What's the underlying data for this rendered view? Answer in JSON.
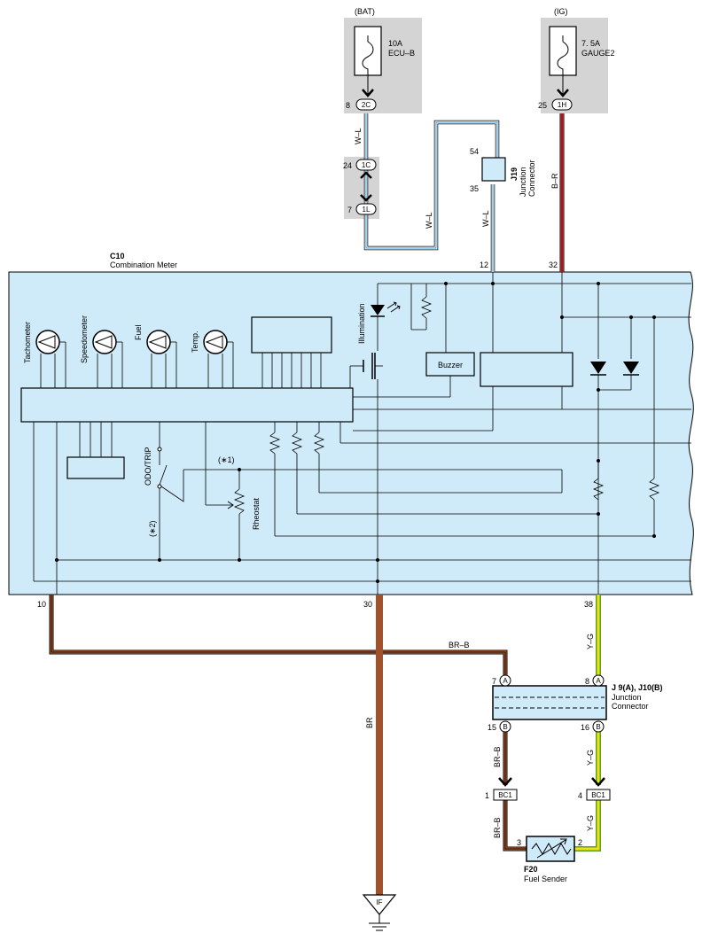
{
  "power": {
    "bat": {
      "source": "(BAT)",
      "fuse": "10A",
      "circuit": "ECU–B",
      "pin": "8",
      "conn": "2C"
    },
    "ig": {
      "source": "(IG)",
      "fuse": "7. 5A",
      "circuit": "GAUGE2",
      "pin": "25",
      "conn": "1H"
    }
  },
  "connectors": {
    "c1c": {
      "pin": "24",
      "conn": "1C"
    },
    "c1l": {
      "pin": "7",
      "conn": "1L"
    },
    "j19": {
      "code": "J19",
      "name1": "Junction",
      "name2": "Connector",
      "pin_top": "54",
      "pin_bottom": "35"
    }
  },
  "wires": {
    "wl_a": "W–L",
    "wl_b": "W–L",
    "wl_c": "W–L",
    "br_r": "B–R",
    "br_b_top": "BR–B",
    "br": "BR",
    "y_g_top": "Y–G",
    "br_b_mid": "BR–B",
    "y_g_mid": "Y–G",
    "br_b_low": "BR–B",
    "y_g_low": "Y–G"
  },
  "meter": {
    "code": "C10",
    "name": "Combination Meter",
    "pin_wl": "12",
    "pin_br": "32",
    "pin_left": "10",
    "pin_ground": "30",
    "pin_right": "38",
    "gauges": [
      "Tachometer",
      "Speedometer",
      "Fuel",
      "Temp."
    ],
    "illumination": "Illumination",
    "buzzer": "Buzzer",
    "odo": "ODO/TRIP",
    "note1": "(∗1)",
    "note2": "(∗2)",
    "rheostat": "Rheostat"
  },
  "junction": {
    "code": "J 9(A), J10(B)",
    "name1": "Junction",
    "name2": "Connector",
    "pin_7": "7",
    "pin_8": "8",
    "pin_15": "15",
    "pin_16": "16",
    "mark_a": "A",
    "mark_b": "B"
  },
  "bc1": {
    "conn": "BC1",
    "pin_left": "1",
    "pin_right": "4"
  },
  "sender": {
    "code": "F20",
    "name": "Fuel Sender",
    "pin_left": "3",
    "pin_right": "2"
  },
  "ground": {
    "label": "IF"
  },
  "colors": {
    "panel": "#cfeaf8",
    "gray": "#d4d4d4",
    "brown": "#a0522d",
    "blue": "#3aa0e0",
    "red": "#e8383d",
    "yellow": "#f0e010",
    "green": "#5aa02a"
  }
}
